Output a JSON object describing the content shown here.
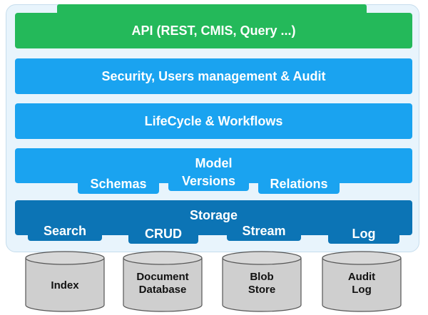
{
  "layers": {
    "api": "API (REST, CMIS, Query ...)",
    "security": "Security,  Users management & Audit",
    "lifecycle": "LifeCycle & Workflows",
    "model": {
      "title": "Model",
      "items": [
        "Schemas",
        "Versions",
        "Relations"
      ]
    },
    "storage": {
      "title": "Storage",
      "items": [
        "Search",
        "CRUD",
        "Stream",
        "Log"
      ]
    }
  },
  "stores": [
    {
      "line1": "Index",
      "line2": ""
    },
    {
      "line1": "Document",
      "line2": "Database"
    },
    {
      "line1": "Blob",
      "line2": "Store"
    },
    {
      "line1": "Audit",
      "line2": "Log"
    }
  ],
  "colors": {
    "api": "#24b95a",
    "layer": "#1aa3f0",
    "storage": "#0c74b5",
    "frame": "#e8f4fc",
    "cylinder": "#cfcfcf"
  }
}
